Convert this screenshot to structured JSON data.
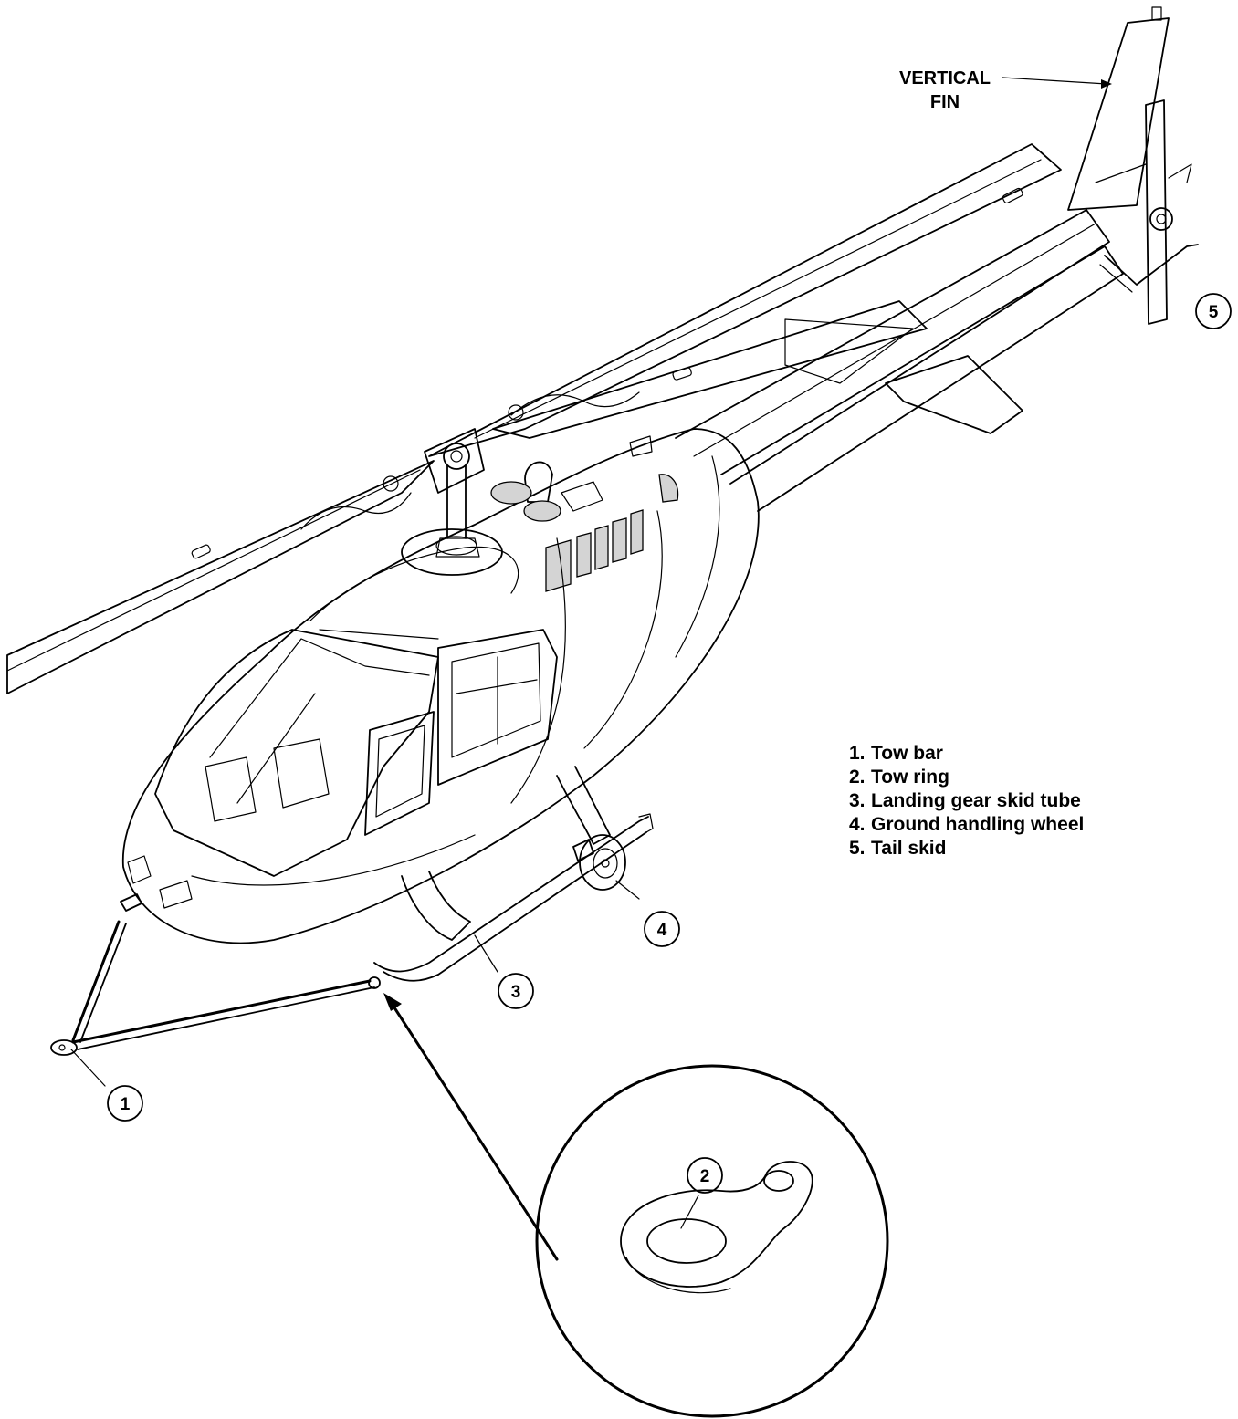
{
  "callouts": {
    "vertical_fin": [
      "VERTICAL",
      "FIN"
    ],
    "numbers": [
      "1",
      "2",
      "3",
      "4",
      "5"
    ]
  },
  "legend": [
    {
      "num": "1.",
      "text": "Tow bar"
    },
    {
      "num": "2.",
      "text": "Tow ring"
    },
    {
      "num": "3.",
      "text": "Landing gear skid tube"
    },
    {
      "num": "4.",
      "text": "Ground handling wheel"
    },
    {
      "num": "5.",
      "text": "Tail skid"
    }
  ],
  "colors": {
    "line": "#000000",
    "glass": "#d4d4d4",
    "background": "#ffffff"
  }
}
